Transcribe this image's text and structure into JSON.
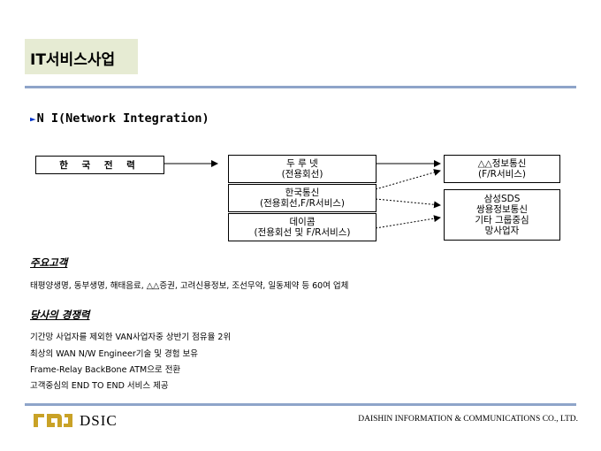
{
  "header": {
    "title": "IT서비스사업",
    "subtitle_marker": "►",
    "subtitle": "N I(Network Integration)"
  },
  "diagram": {
    "source": "한 국 전 력",
    "middle": [
      {
        "line1": "두 루 넷",
        "line2": "(전용회선)"
      },
      {
        "line1": "한국통신",
        "line2": "(전용회선,F/R서비스)"
      },
      {
        "line1": "데이콤",
        "line2": "(전용회선 및 F/R서비스)"
      }
    ],
    "right": [
      {
        "lines": [
          "△△정보통신",
          "(F/R서비스)"
        ]
      },
      {
        "lines": [
          "삼성SDS",
          "쌍용정보통신",
          "기타 그룹중심",
          "망사업자"
        ]
      }
    ]
  },
  "customers": {
    "heading": "주요고객",
    "text": "태평양생명, 동부생명, 해태음료, △△증권, 고려신용정보, 조선무약, 일동제약 등 60여 업체"
  },
  "competitiveness": {
    "heading": "당사의 경쟁력",
    "lines": [
      "기간망 사업자를 제외한 VAN사업자중 상반기 점유율 2위",
      "최상의 WAN N/W Engineer기술 및 경험 보유",
      "Frame-Relay BackBone ATM으로 전환",
      "고객중심의 END TO END 서비스 제공"
    ]
  },
  "footer": {
    "brand": "DSIC",
    "company": "DAISHIN INFORMATION & COMMUNICATIONS CO., LTD."
  },
  "colors": {
    "title_bg": "#e6ebd3",
    "rule": "#8ea4c9",
    "subtitle_marker": "#0033cc",
    "logo": "#c9a227"
  }
}
